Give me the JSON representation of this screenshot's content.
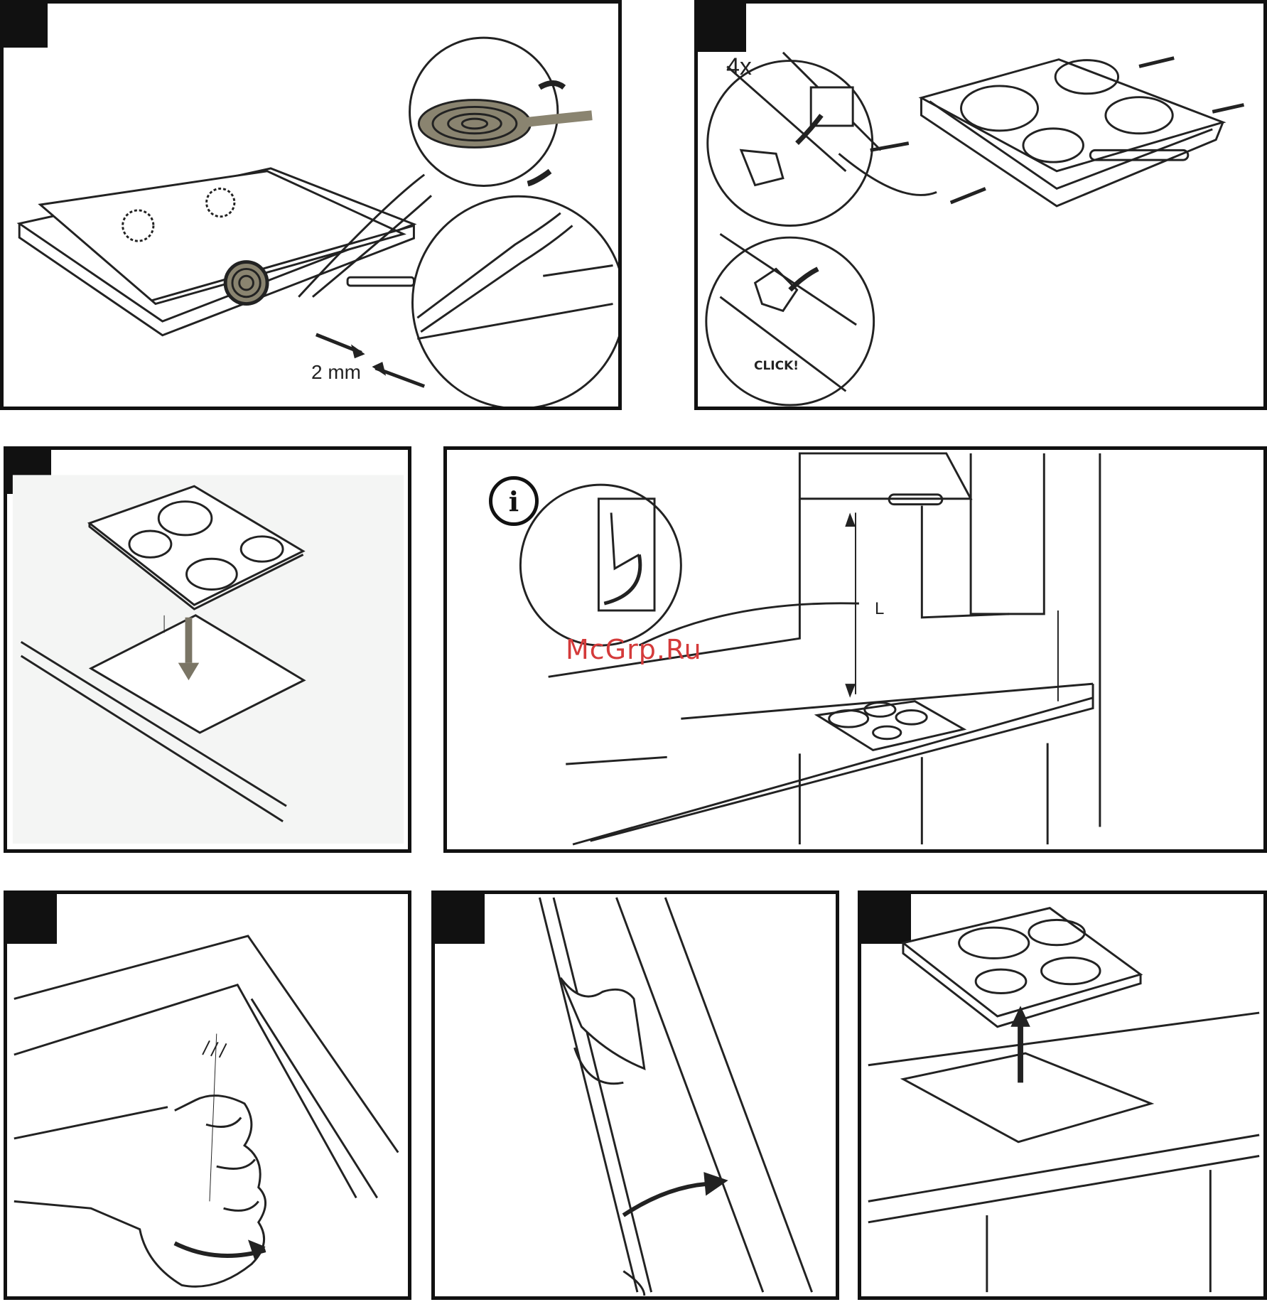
{
  "panels": [
    {
      "id": "sealing-tape",
      "labels": {
        "gap": "2 mm"
      }
    },
    {
      "id": "fixing-brackets",
      "labels": {
        "count": "4x",
        "click": "CLICK!"
      }
    },
    {
      "id": "insert-hob"
    },
    {
      "id": "clearances",
      "labels": {
        "info": "i",
        "distance": "L"
      }
    },
    {
      "id": "remove-seal-hand"
    },
    {
      "id": "seal-strip-pull"
    },
    {
      "id": "lift-hob-out"
    }
  ],
  "watermark": "McGrp.Ru",
  "colors": {
    "frame": "#111111",
    "watermark": "#d43a3a",
    "tape": "#8a8470"
  },
  "icons": [
    "info-icon",
    "arrow-icon",
    "bracket-icon",
    "tape-roll-icon",
    "hand-icon"
  ]
}
